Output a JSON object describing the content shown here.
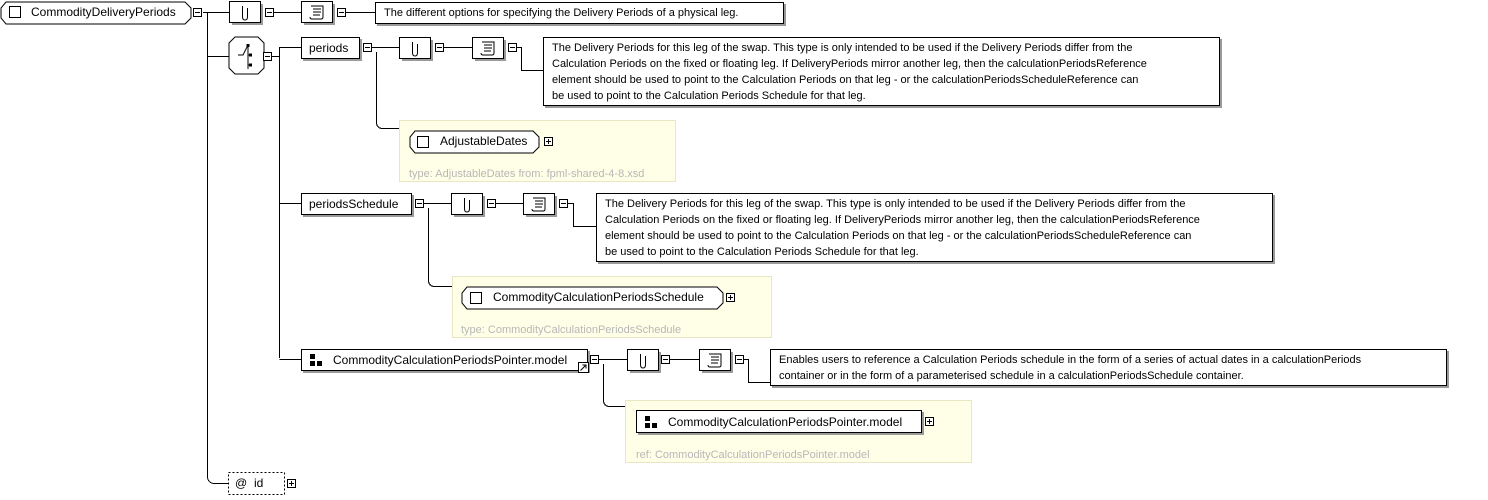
{
  "root": {
    "name": "CommodityDeliveryPeriods",
    "doc": "The different options for specifying the Delivery Periods of a physical leg."
  },
  "periods": {
    "name": "periods",
    "doc": [
      "The Delivery Periods for this leg of the swap. This type is only intended to be used if the Delivery Periods differ from the",
      "Calculation Periods on the fixed or floating leg. If DeliveryPeriods mirror another leg, then the calculationPeriodsReference",
      "element should be used to point to the Calculation Periods on that leg - or the calculationPeriodsScheduleReference can",
      "be used to point to the Calculation Periods Schedule for that leg."
    ],
    "type_name": "AdjustableDates",
    "type_label": "type: AdjustableDates from: fpml-shared-4-8.xsd"
  },
  "periodsSchedule": {
    "name": "periodsSchedule",
    "doc": [
      "The Delivery Periods for this leg of the swap. This type is only intended to be used if the Delivery Periods differ from the",
      "Calculation Periods on the fixed or floating leg. If DeliveryPeriods mirror another leg, then the calculationPeriodsReference",
      "element should be used to point to the Calculation Periods on that leg - or the calculationPeriodsScheduleReference can",
      "be used to point to the Calculation Periods Schedule for that leg."
    ],
    "type_name": "CommodityCalculationPeriodsSchedule",
    "type_label": "type: CommodityCalculationPeriodsSchedule"
  },
  "pointer": {
    "name": "CommodityCalculationPeriodsPointer.model",
    "doc": [
      "Enables users to reference a Calculation Periods schedule in the form of a series of actual dates in a calculationPeriods",
      "container or in the form of a parameterised schedule in a calculationPeriodsSchedule container."
    ],
    "ref_name": "CommodityCalculationPeriodsPointer.model",
    "ref_label": "ref: CommodityCalculationPeriodsPointer.model"
  },
  "attribute": {
    "at": "@",
    "name": "id"
  },
  "icons": [
    "choice-icon",
    "annotation-icon",
    "documentation-icon",
    "complex-type-icon",
    "model-group-icon",
    "reference-arrow-icon",
    "expand-icon",
    "collapse-icon"
  ]
}
